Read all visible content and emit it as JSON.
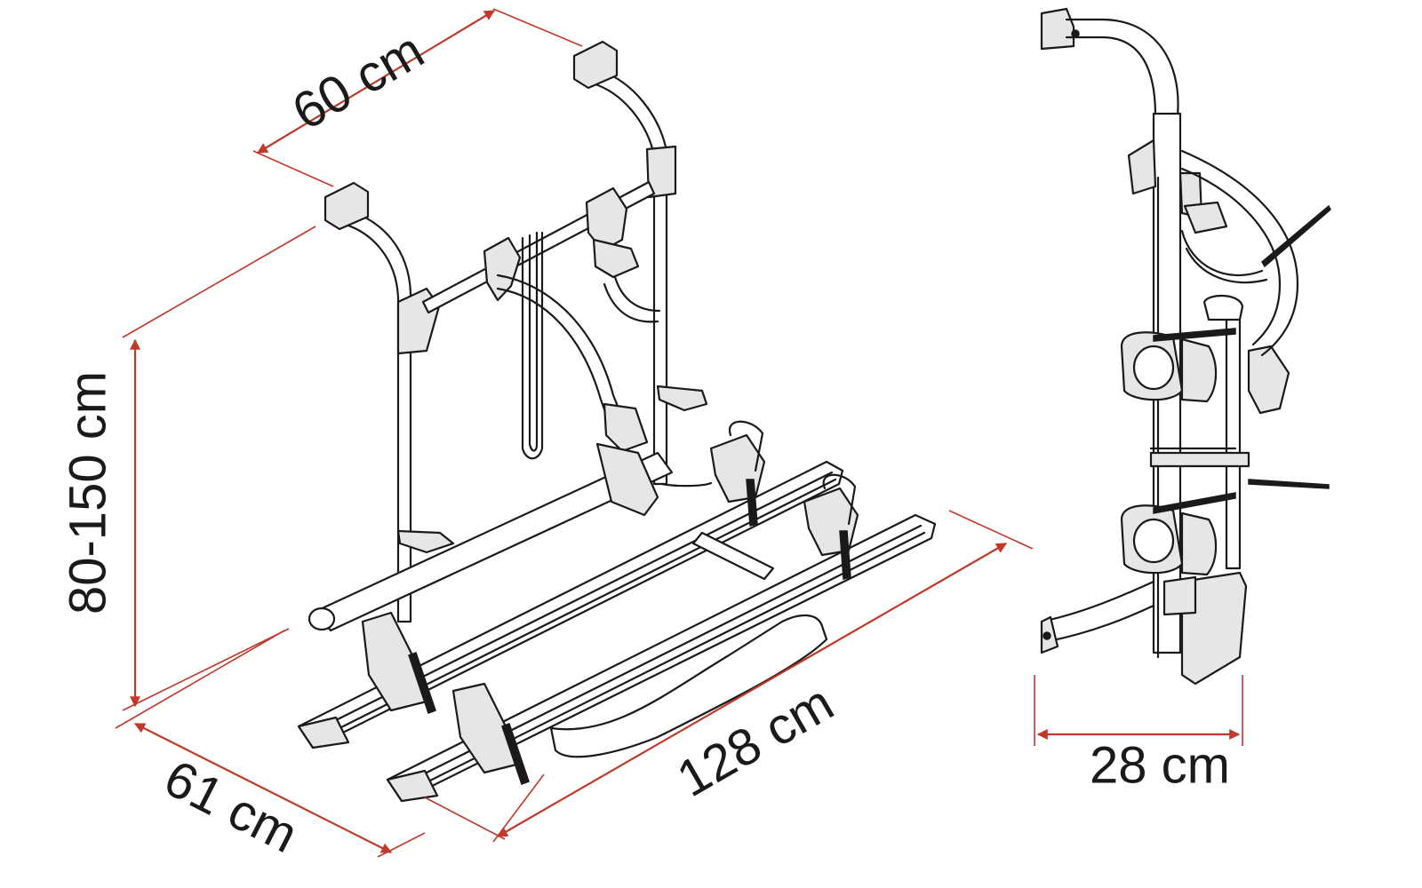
{
  "colors": {
    "dimension": "#c0392b",
    "ink": "#1a1a1a",
    "shade": "#e6e6e6",
    "background": "#ffffff"
  },
  "dimensions": {
    "width_top": "60 cm",
    "height": "80-150 cm",
    "depth": "61 cm",
    "length": "128 cm",
    "side_depth": "28 cm"
  }
}
